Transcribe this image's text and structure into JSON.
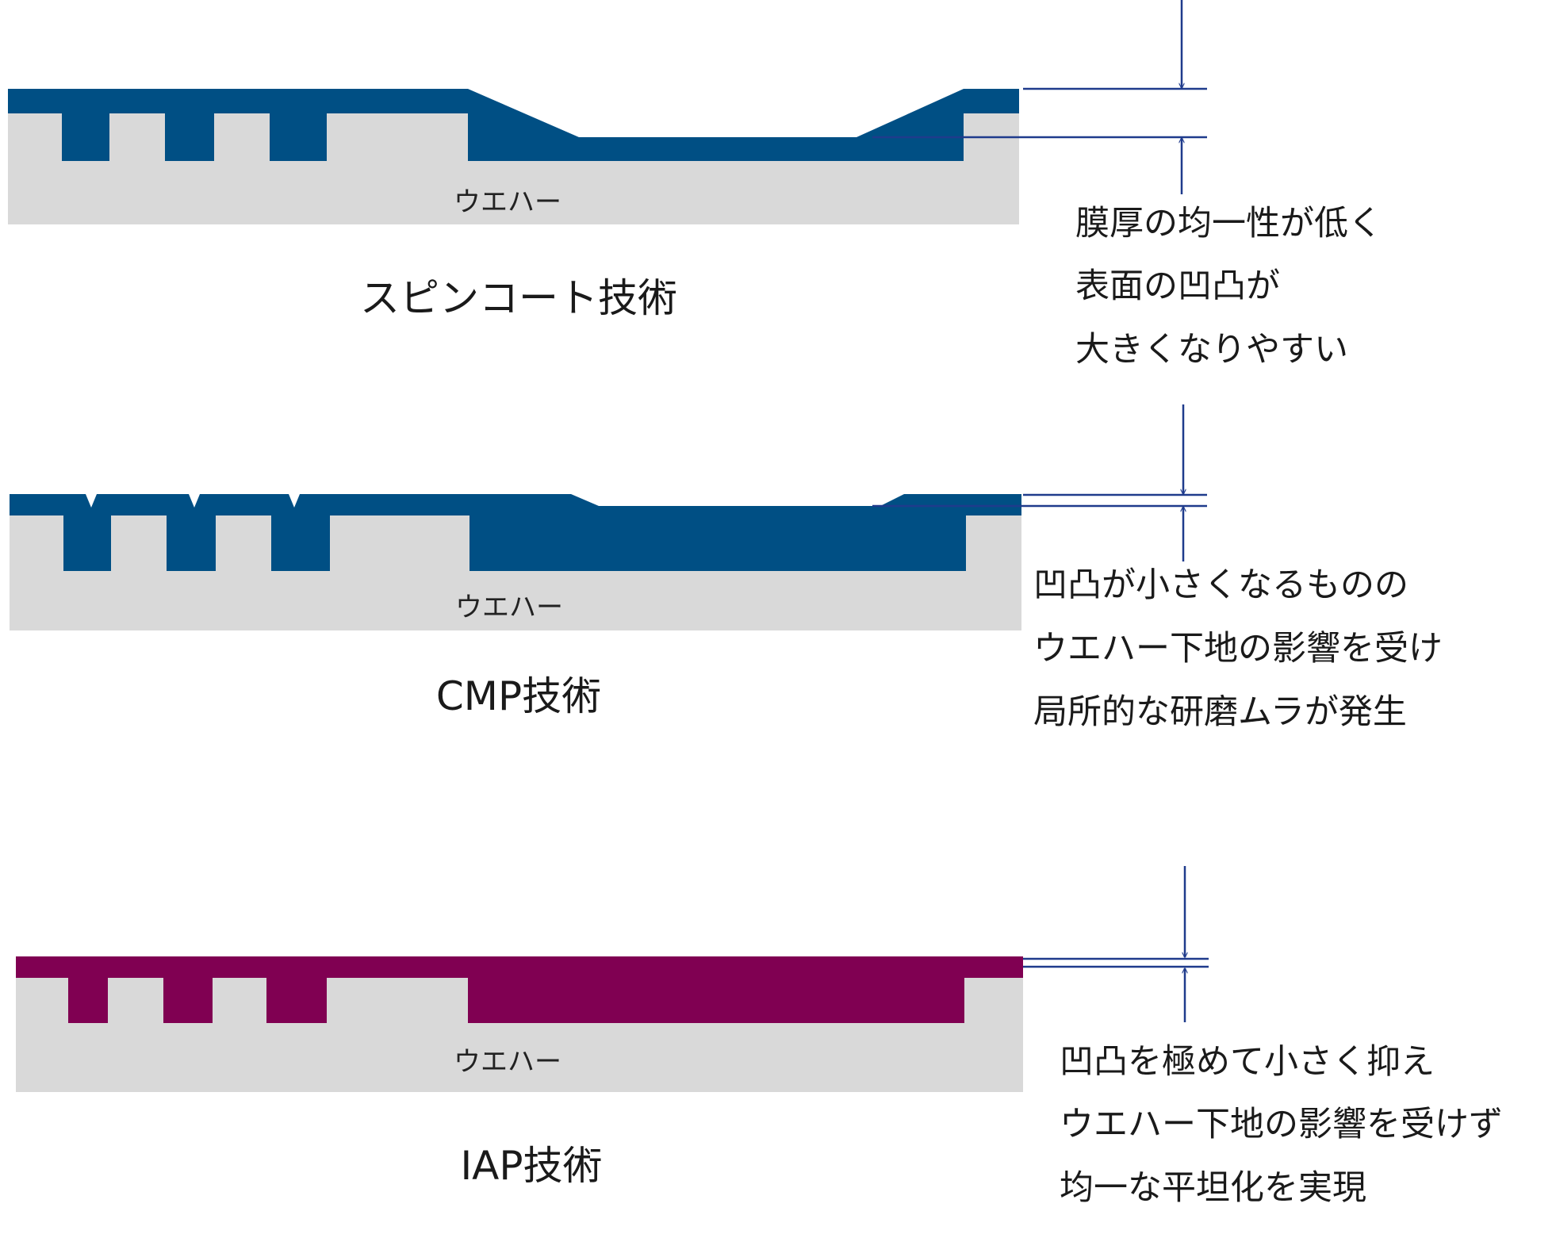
{
  "colors": {
    "wafer": "#d9d9d9",
    "film_blue": "#004f84",
    "film_iap": "#800052",
    "indicator": "#1f3b8c",
    "text": "#1a1a1a"
  },
  "panels": [
    {
      "wafer_label": "ウエハー",
      "title": "スピンコート技術",
      "note": [
        "膜厚の均一性が低く",
        "表面の凹凸が",
        "大きくなりやすい"
      ]
    },
    {
      "wafer_label": "ウエハー",
      "title": "CMP技術",
      "note": [
        "凹凸が小さくなるものの",
        "ウエハー下地の影響を受け",
        "局所的な研磨ムラが発生"
      ]
    },
    {
      "wafer_label": "ウエハー",
      "title": "IAP技術",
      "note": [
        "凹凸を極めて小さく抑え",
        "ウエハー下地の影響を受けず",
        "均一な平坦化を実現"
      ]
    }
  ]
}
